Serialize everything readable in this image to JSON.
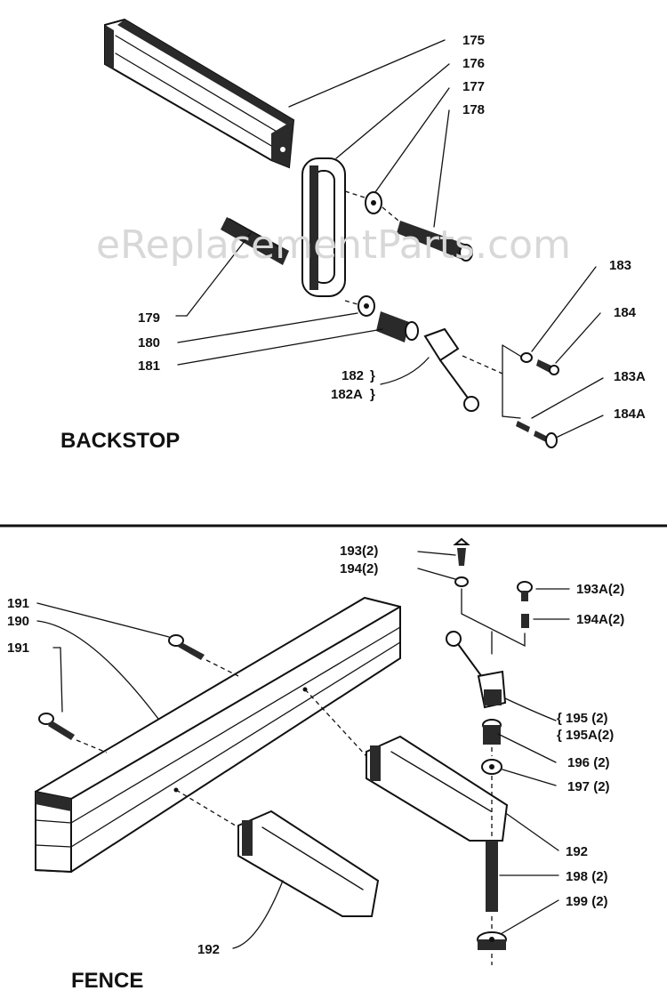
{
  "sections": {
    "backstop_title": "BACKSTOP",
    "fence_title": "FENCE"
  },
  "watermark": "eReplacementParts.com",
  "labels": {
    "p175": "175",
    "p176": "176",
    "p177": "177",
    "p178": "178",
    "p179": "179",
    "p180": "180",
    "p181": "181",
    "p182": "182",
    "p182a": "182A",
    "p183": "183",
    "p184": "184",
    "p183a": "183A",
    "p184a": "184A",
    "p193": "193(2)",
    "p194": "194(2)",
    "p193a": "193A(2)",
    "p194a": "194A(2)",
    "p191a": "191",
    "p190": "190",
    "p191b": "191",
    "p195": "195 (2)",
    "p195a": "195A(2)",
    "p196": "196 (2)",
    "p197": "197 (2)",
    "p192a": "192",
    "p198": "198 (2)",
    "p199": "199 (2)",
    "p192b": "192"
  },
  "colors": {
    "ink": "#111111",
    "watermark": "#d8d8d8",
    "background": "#ffffff"
  }
}
